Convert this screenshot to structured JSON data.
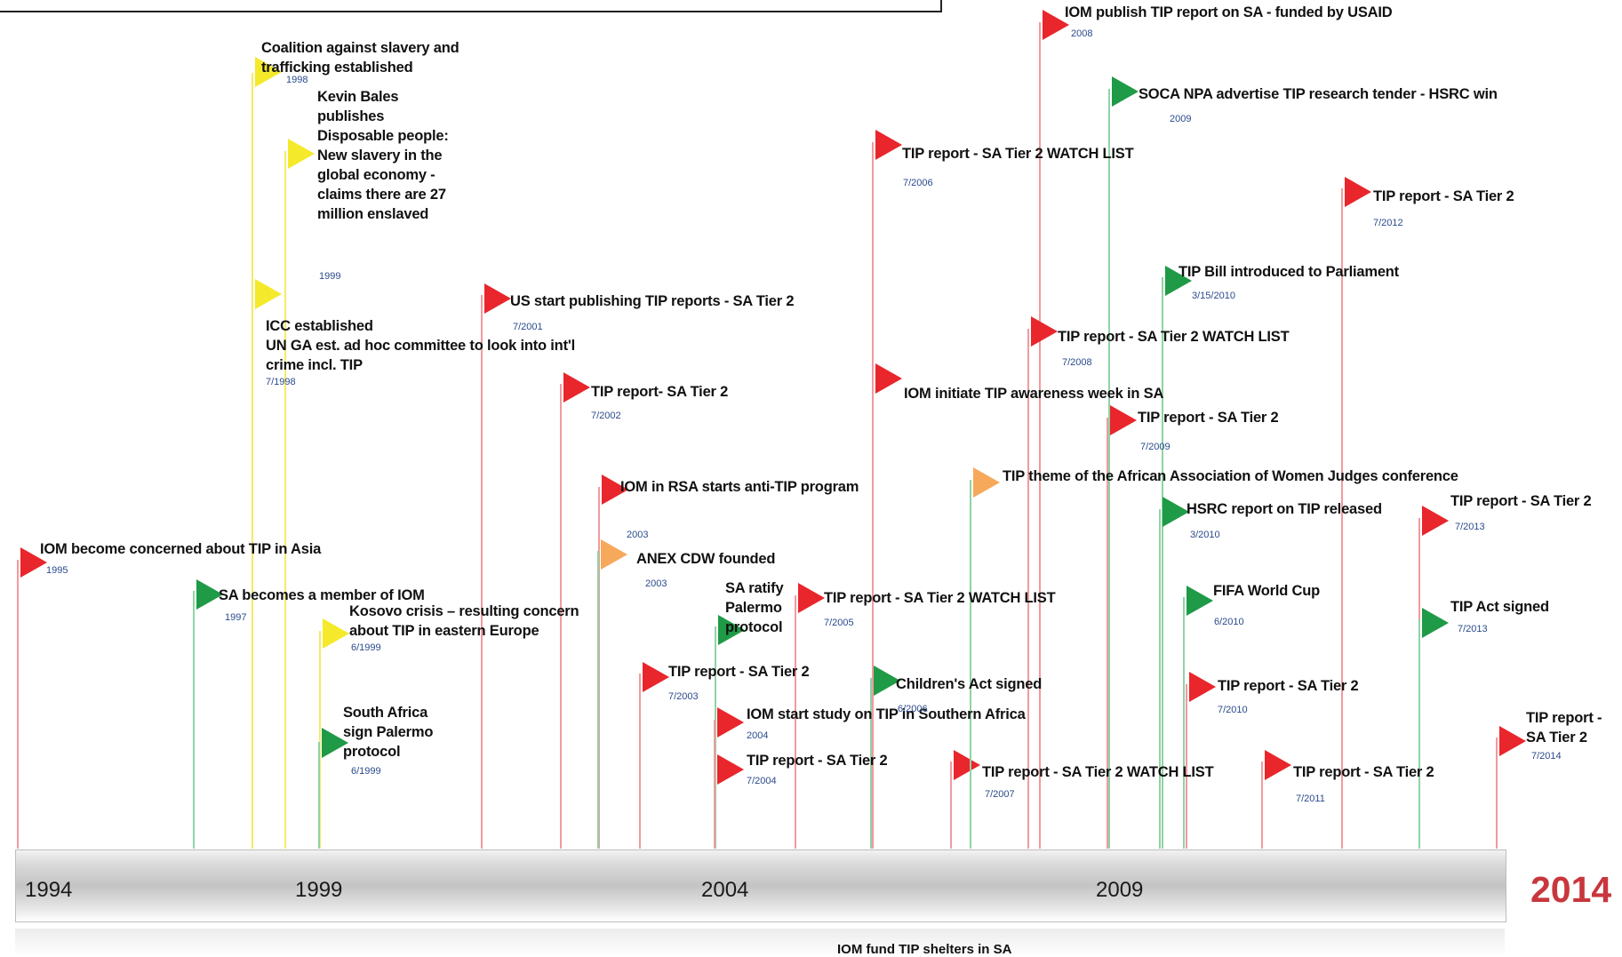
{
  "axis": {
    "years": [
      "1994",
      "1999",
      "2004",
      "2009"
    ],
    "end_year": "2014"
  },
  "footer": {
    "label": "IOM fund TIP shelters in SA"
  },
  "colors": {
    "red": "#e8262c",
    "green": "#1f9a46",
    "yellow": "#f4ea2b",
    "orange": "#f7a95b",
    "pole_red": "#f29a9e",
    "pole_green": "#8fd3a6",
    "pole_yellow": "#f5eb66"
  },
  "events": [
    {
      "id": "iom-concern",
      "title": "IOM become concerned about TIP in Asia",
      "date": "1995",
      "color": "red"
    },
    {
      "id": "sa-member",
      "title": "SA becomes a member of IOM",
      "date": "1997",
      "color": "green"
    },
    {
      "id": "coalition",
      "title": "Coalition against slavery and trafficking established",
      "date": "1998",
      "color": "yellow"
    },
    {
      "id": "icc",
      "title": "ICC established\nUN GA est. ad hoc committee to look into int'l crime incl. TIP",
      "date": "7/1998",
      "color": "yellow"
    },
    {
      "id": "bales",
      "title": "Kevin Bales publishes Disposable people: New slavery in the global economy - claims there are 27 million enslaved",
      "date": "1999",
      "color": "yellow"
    },
    {
      "id": "kosovo",
      "title": "Kosovo crisis – resulting concern about TIP in eastern Europe",
      "date": "6/1999",
      "color": "yellow"
    },
    {
      "id": "sa-sign",
      "title": "South Africa sign Palermo protocol",
      "date": "6/1999",
      "color": "green"
    },
    {
      "id": "us-start",
      "title": "US start publishing TIP reports - SA Tier 2",
      "date": "7/2001",
      "color": "red"
    },
    {
      "id": "tip-2002",
      "title": "TIP report- SA Tier 2",
      "date": "7/2002",
      "color": "red"
    },
    {
      "id": "iom-rsa",
      "title": "IOM in RSA starts anti-TIP program",
      "date": "2003",
      "color": "red"
    },
    {
      "id": "anex",
      "title": "ANEX CDW founded",
      "date": "2003",
      "color": "orange"
    },
    {
      "id": "sa-ratify",
      "title": "SA ratify Palermo protocol",
      "date": "",
      "color": "green"
    },
    {
      "id": "tip-2003",
      "title": "TIP report - SA Tier 2",
      "date": "7/2003",
      "color": "red"
    },
    {
      "id": "iom-study",
      "title": "IOM start study on TIP in Southern Africa",
      "date": "2004",
      "color": "red"
    },
    {
      "id": "tip-2004",
      "title": "TIP report - SA Tier 2",
      "date": "7/2004",
      "color": "red"
    },
    {
      "id": "tip-2005",
      "title": "TIP report - SA Tier 2 WATCH LIST",
      "date": "7/2005",
      "color": "red"
    },
    {
      "id": "tip-2006",
      "title": "TIP report - SA Tier 2 WATCH LIST",
      "date": "7/2006",
      "color": "red"
    },
    {
      "id": "childrens-act",
      "title": "Children's Act signed",
      "date": "6/2006",
      "color": "green"
    },
    {
      "id": "iom-awareness",
      "title": "IOM initiate TIP awareness week in SA",
      "date": "",
      "color": "red"
    },
    {
      "id": "tip-2007",
      "title": "TIP report - SA Tier 2 WATCH LIST",
      "date": "7/2007",
      "color": "red"
    },
    {
      "id": "judges",
      "title": "TIP theme of the African Association of Women Judges conference",
      "date": "",
      "color": "orange"
    },
    {
      "id": "iom-publish",
      "title": "IOM publish TIP report on SA - funded by USAID",
      "date": "2008",
      "color": "red"
    },
    {
      "id": "tip-2008",
      "title": "TIP report - SA Tier 2 WATCH LIST",
      "date": "7/2008",
      "color": "red"
    },
    {
      "id": "soca",
      "title": "SOCA NPA advertise TIP research tender - HSRC win",
      "date": "2009",
      "color": "green"
    },
    {
      "id": "tip-2009",
      "title": "TIP report - SA Tier 2",
      "date": "7/2009",
      "color": "red"
    },
    {
      "id": "tip-bill",
      "title": "TIP Bill introduced to Parliament",
      "date": "3/15/2010",
      "color": "green"
    },
    {
      "id": "hsrc",
      "title": "HSRC report on TIP released",
      "date": "3/2010",
      "color": "green"
    },
    {
      "id": "fifa",
      "title": "FIFA World Cup",
      "date": "6/2010",
      "color": "green"
    },
    {
      "id": "tip-2010",
      "title": "TIP report - SA Tier 2",
      "date": "7/2010",
      "color": "red"
    },
    {
      "id": "tip-2011",
      "title": "TIP report - SA Tier 2",
      "date": "7/2011",
      "color": "red"
    },
    {
      "id": "tip-2012",
      "title": "TIP report - SA Tier 2",
      "date": "7/2012",
      "color": "red"
    },
    {
      "id": "tip-2013",
      "title": "TIP report - SA Tier 2",
      "date": "7/2013",
      "color": "red"
    },
    {
      "id": "tip-act",
      "title": "TIP Act signed",
      "date": "7/2013",
      "color": "green"
    },
    {
      "id": "tip-2014",
      "title": "TIP report - SA Tier 2",
      "date": "7/2014",
      "color": "red"
    }
  ]
}
